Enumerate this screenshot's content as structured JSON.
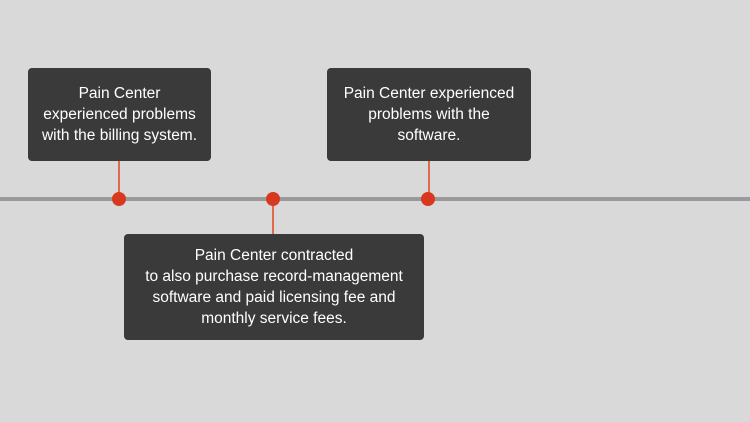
{
  "colors": {
    "background": "#d9d9d9",
    "box_fill": "#3a3a3a",
    "box_text": "#ffffff",
    "timeline_line": "#9a9a9c",
    "marker": "#d8381f",
    "connector": "#e06a4e"
  },
  "events": [
    {
      "text": "Pain Center\nexperienced problems\nwith the billing system.",
      "position": "above"
    },
    {
      "text": "Pain Center contracted\nto also purchase record-management\nsoftware and paid licensing fee and\nmonthly service fees.",
      "position": "below"
    },
    {
      "text": "Pain Center experienced\nproblems with the\nsoftware.",
      "position": "above"
    }
  ]
}
